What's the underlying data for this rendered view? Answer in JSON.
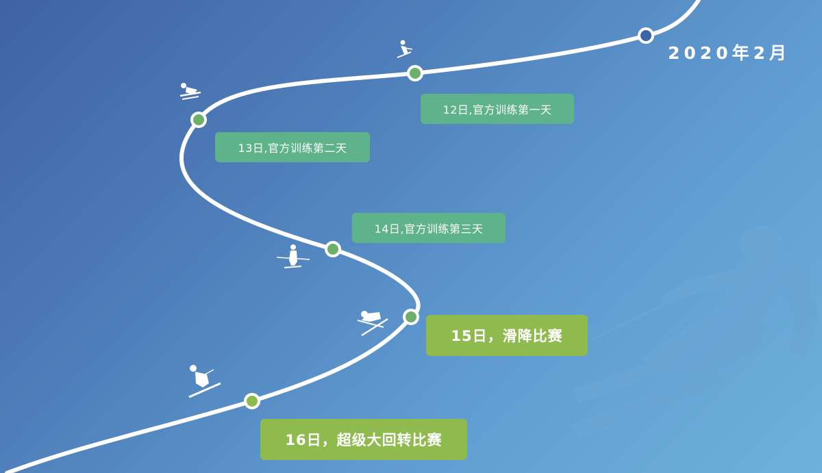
{
  "title": "2020年2月",
  "colors": {
    "background_start": "#3f62a3",
    "background_end": "#6fb1dc",
    "track": "#ffffff",
    "label_green": "#5fb38a",
    "label_lime": "#8fba4e",
    "start_node_fill": "#3d64a8",
    "event_node_fill": "#6cb06a"
  },
  "events": [
    {
      "label": "12日,官方训练第一天",
      "icon": "skier-icon",
      "color": "#5fb38a"
    },
    {
      "label": "13日,官方训练第二天",
      "icon": "skier-tuck-icon",
      "color": "#5fb38a"
    },
    {
      "label": "14日,官方训练第三天",
      "icon": "skier-standing-icon",
      "color": "#5fb38a"
    },
    {
      "label": "15日，滑降比赛",
      "icon": "skier-downhill-icon",
      "color": "#8fba4e"
    },
    {
      "label": "16日，超级大回转比赛",
      "icon": "skier-super-g-icon",
      "color": "#8fba4e"
    }
  ],
  "decoration": {
    "background_figure": "skier-silhouette-icon"
  }
}
